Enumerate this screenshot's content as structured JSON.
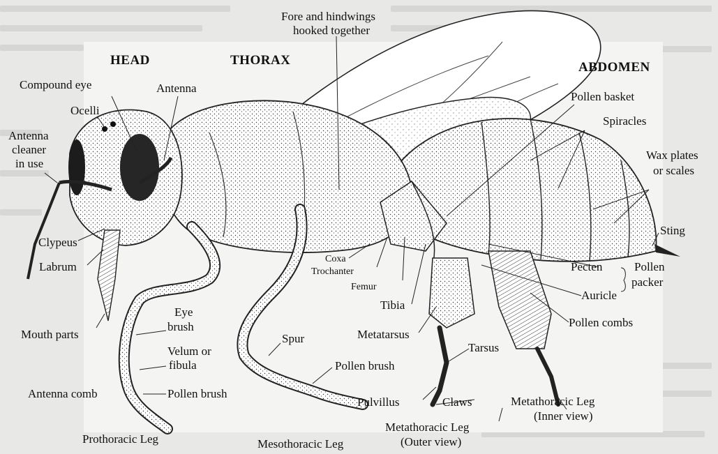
{
  "sections": {
    "head": "HEAD",
    "thorax": "THORAX",
    "abdomen": "ABDOMEN"
  },
  "labels": {
    "fore_hindwings_1": "Fore and hindwings",
    "fore_hindwings_2": "hooked together",
    "compound_eye": "Compound eye",
    "antenna": "Antenna",
    "ocelli": "Ocelli",
    "antenna_cleaner_1": "Antenna",
    "antenna_cleaner_2": "cleaner",
    "antenna_cleaner_3": "in use",
    "clypeus": "Clypeus",
    "labrum": "Labrum",
    "mouth_parts": "Mouth parts",
    "eye_brush_1": "Eye",
    "eye_brush_2": "brush",
    "velum_1": "Velum or",
    "velum_2": "fibula",
    "antenna_comb": "Antenna comb",
    "pollen_brush_front": "Pollen brush",
    "prothoracic_leg": "Prothoracic Leg",
    "spur": "Spur",
    "pollen_brush_mid": "Pollen brush",
    "mesothoracic_leg": "Mesothoracic Leg",
    "coxa": "Coxa",
    "trochanter": "Trochanter",
    "femur": "Femur",
    "tibia": "Tibia",
    "metatarsus": "Metatarsus",
    "pulvillus": "Pulvillus",
    "claws": "Claws",
    "tarsus": "Tarsus",
    "metathoracic_outer_1": "Metathoracic Leg",
    "metathoracic_outer_2": "(Outer view)",
    "metathoracic_inner_1": "Metathoracic Leg",
    "metathoracic_inner_2": "(Inner view)",
    "pollen_basket": "Pollen basket",
    "spiracles": "Spiracles",
    "wax_plates_1": "Wax plates",
    "wax_plates_2": "or scales",
    "sting": "Sting",
    "pecten": "Pecten",
    "auricle": "Auricle",
    "pollen_packer_1": "Pollen",
    "pollen_packer_2": "packer",
    "pollen_combs": "Pollen combs"
  }
}
